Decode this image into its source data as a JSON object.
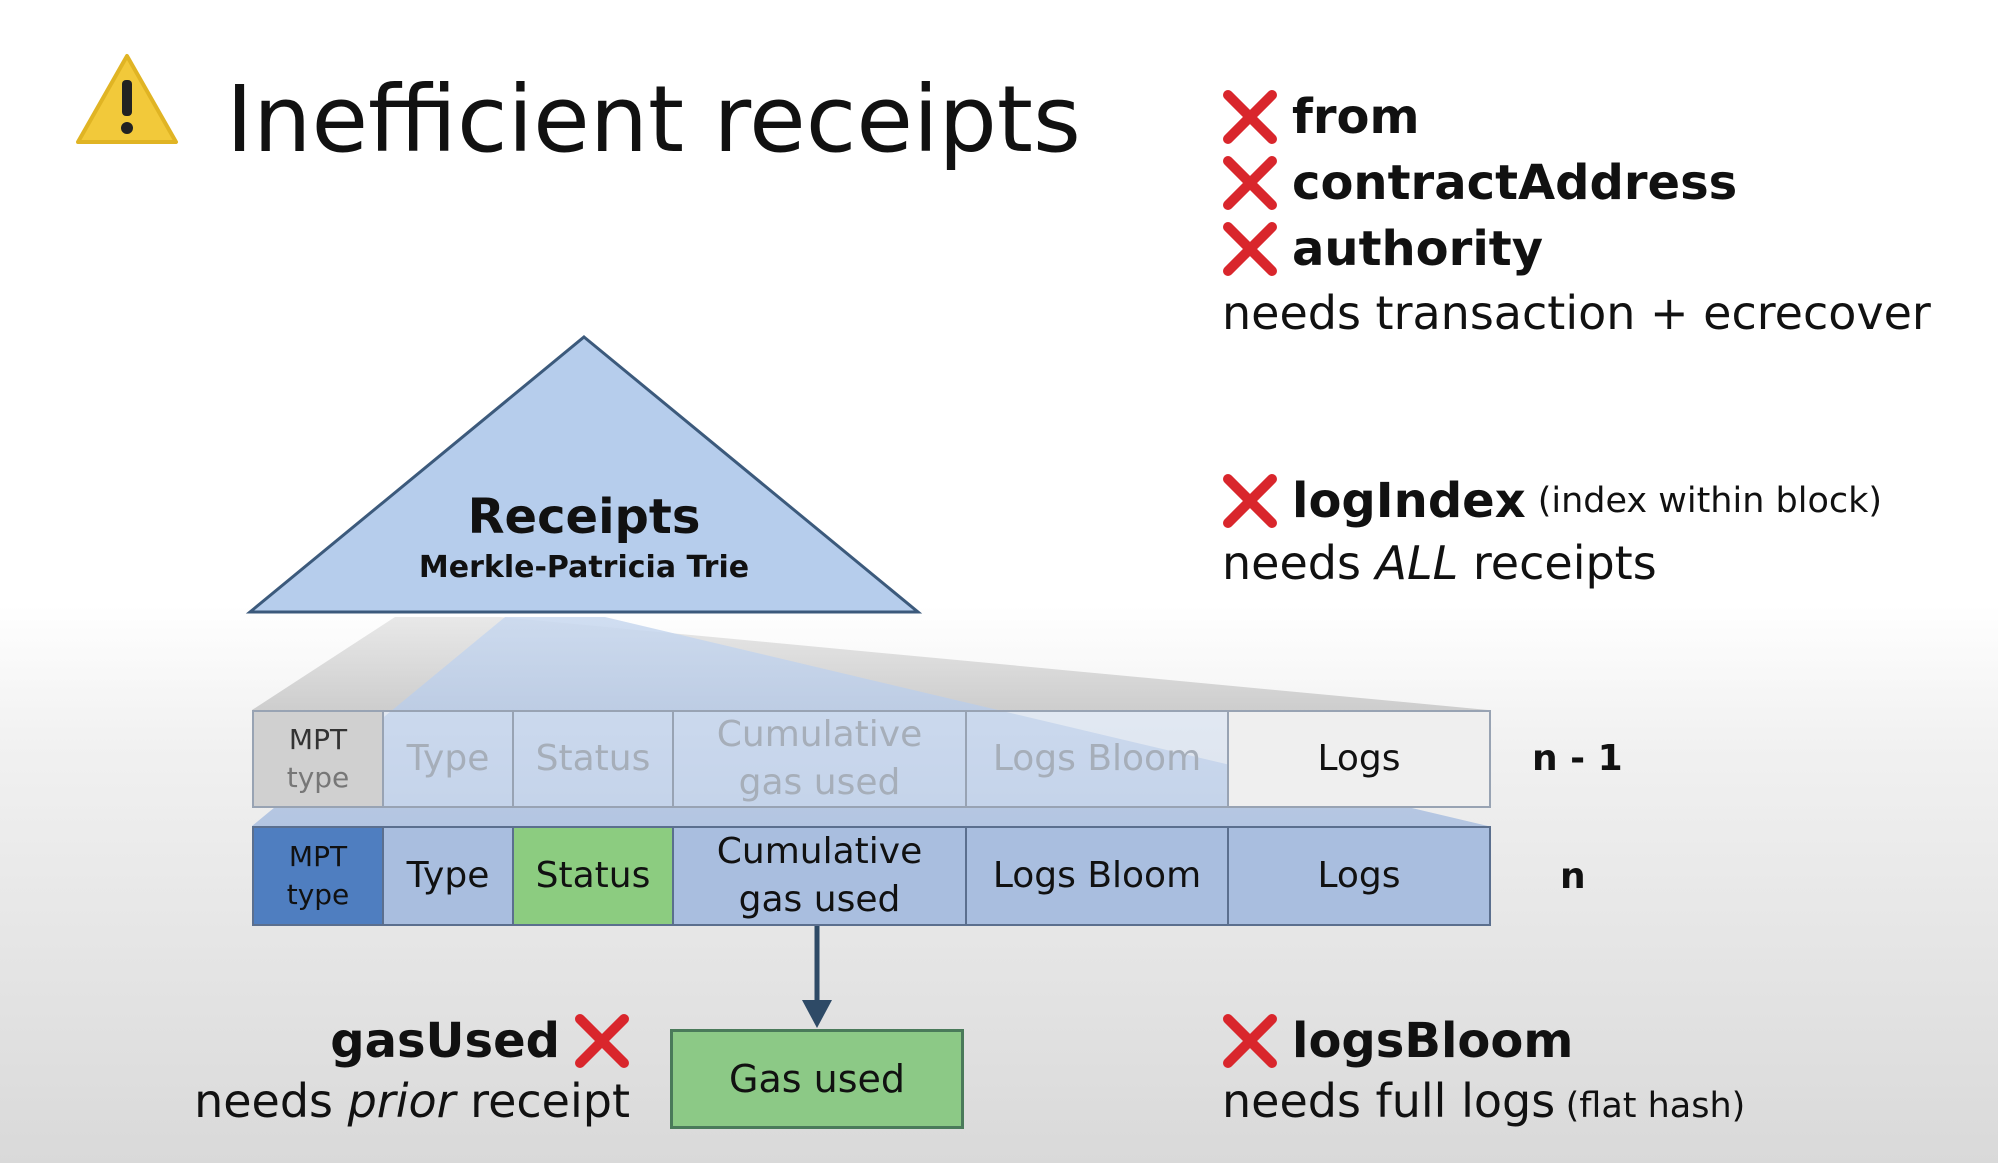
{
  "slide": {
    "title": "Inefficient receipts",
    "warning_icon": "warning-triangle-icon"
  },
  "triangle": {
    "title": "Receipts",
    "subtitle": "Merkle-Patricia Trie"
  },
  "rows": {
    "prev": {
      "label": "n - 1",
      "cells": {
        "mpt_line1": "MPT",
        "mpt_line2": "type",
        "type": "Type",
        "status": "Status",
        "cum_line1": "Cumulative",
        "cum_line2": "gas used",
        "bloom": "Logs Bloom",
        "logs": "Logs"
      }
    },
    "current": {
      "label": "n",
      "cells": {
        "mpt_line1": "MPT",
        "mpt_line2": "type",
        "type": "Type",
        "status": "Status",
        "cum_line1": "Cumulative",
        "cum_line2": "gas used",
        "bloom": "Logs Bloom",
        "logs": "Logs"
      }
    }
  },
  "gas_box": "Gas used",
  "annotations": {
    "sender": {
      "fields": [
        "from",
        "contractAddress",
        "authority"
      ],
      "note": "needs transaction + ecrecover"
    },
    "logindex": {
      "field": "logIndex",
      "paren": "(index within block)",
      "note_pre": "needs ",
      "note_em": "ALL",
      "note_post": " receipts"
    },
    "gasused": {
      "field": "gasUsed",
      "note_pre": "needs ",
      "note_em": "prior",
      "note_post": " receipt"
    },
    "logsbloom": {
      "field": "logsBloom",
      "note": "needs full logs",
      "paren": "(flat hash)"
    }
  },
  "colors": {
    "cross": "#d9262c",
    "triangle_fill": "#b6cdec",
    "triangle_stroke": "#3c5a7c",
    "mpt_current": "#4f7ec0",
    "status_current": "#8ccc80",
    "gas_box": "#8cc986",
    "arrow": "#2e4a66"
  }
}
